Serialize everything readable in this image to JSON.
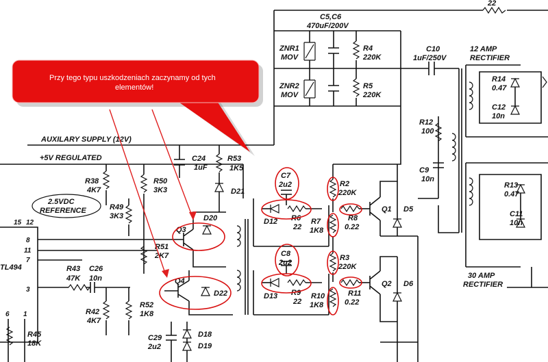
{
  "callout": {
    "text_line1": "Przy tego typu uszkodzeniach zaczynamy od tych",
    "text_line2": "elementów!",
    "fill": "#e60f0f"
  },
  "supply": {
    "auxilary": "AUXILARY SUPPLY (12V)",
    "plus5v": "+5V REGULATED"
  },
  "reference": {
    "line1": "2.5VDC",
    "line2": "REFERENCE"
  },
  "ic": {
    "name": "TL494",
    "pins": [
      "15",
      "12",
      "8",
      "11",
      "7",
      "3",
      "6",
      "1"
    ]
  },
  "rectifiers": {
    "amp12_line1": "12 AMP",
    "amp12_line2": "RECTIFIER",
    "amp30_line1": "30 AMP",
    "amp30_line2": "RECTIFIER"
  },
  "components": {
    "c5c6_name": "C5,C6",
    "c5c6_value": "470uF/200V",
    "znr1_name": "ZNR1",
    "znr1_type": "MOV",
    "znr2_name": "ZNR2",
    "znr2_type": "MOV",
    "r4_name": "R4",
    "r4_value": "220K",
    "r5_name": "R5",
    "r5_value": "220K",
    "c10_name": "C10",
    "c10_value": "1uF/250V",
    "r14_name": "R14",
    "r14_value": "0.47",
    "c12_name": "C12",
    "c12_value": "10n",
    "r13_name": "R13",
    "r13_value": "0.47",
    "c11_name": "C11",
    "c11_value": "10n",
    "r12_name": "R12",
    "r12_value": "100",
    "c9_name": "C9",
    "c9_value": "10n",
    "top_value": "22",
    "c24_name": "C24",
    "c24_value": "1uF",
    "r53_name": "R53",
    "r53_value": "1K5",
    "d21_name": "D21",
    "r38_name": "R38",
    "r38_value": "4K7",
    "r50_name": "R50",
    "r50_value": "3K3",
    "r49_name": "R49",
    "r49_value": "3K3",
    "q3_name": "Q3",
    "d20_name": "D20",
    "r51_name": "R51",
    "r51_value": "2K7",
    "q4_name": "Q4",
    "d22_name": "D22",
    "r43_name": "R43",
    "r43_value": "47K",
    "c26_name": "C26",
    "c26_value": "10n",
    "r42_name": "R42",
    "r42_value": "4K7",
    "r52_name": "R52",
    "r52_value": "1K8",
    "r45_name": "R45",
    "r45_value": "18K",
    "c29_name": "C29",
    "c29_value": "2u2",
    "d18_name": "D18",
    "d19_name": "D19",
    "c7_name": "C7",
    "c7_value": "2u2",
    "r2_name": "R2",
    "r2_value": "220K",
    "d12_name": "D12",
    "r6_name": "R6",
    "r6_value": "22",
    "r7_name": "R7",
    "r7_value": "1K8",
    "r8_name": "R8",
    "r8_value": "0.22",
    "q1_name": "Q1",
    "d5_name": "D5",
    "c8_name": "C8",
    "c8_value": "2u2",
    "r3_name": "R3",
    "r3_value": "220K",
    "d13_name": "D13",
    "r9_name": "R9",
    "r9_value": "22",
    "r10_name": "R10",
    "r10_value": "1K8",
    "r11_name": "R11",
    "r11_value": "0.22",
    "q2_name": "Q2",
    "d6_name": "D6"
  },
  "colors": {
    "wire": "#111111",
    "highlight": "#d81010",
    "callout": "#e60f0f"
  }
}
